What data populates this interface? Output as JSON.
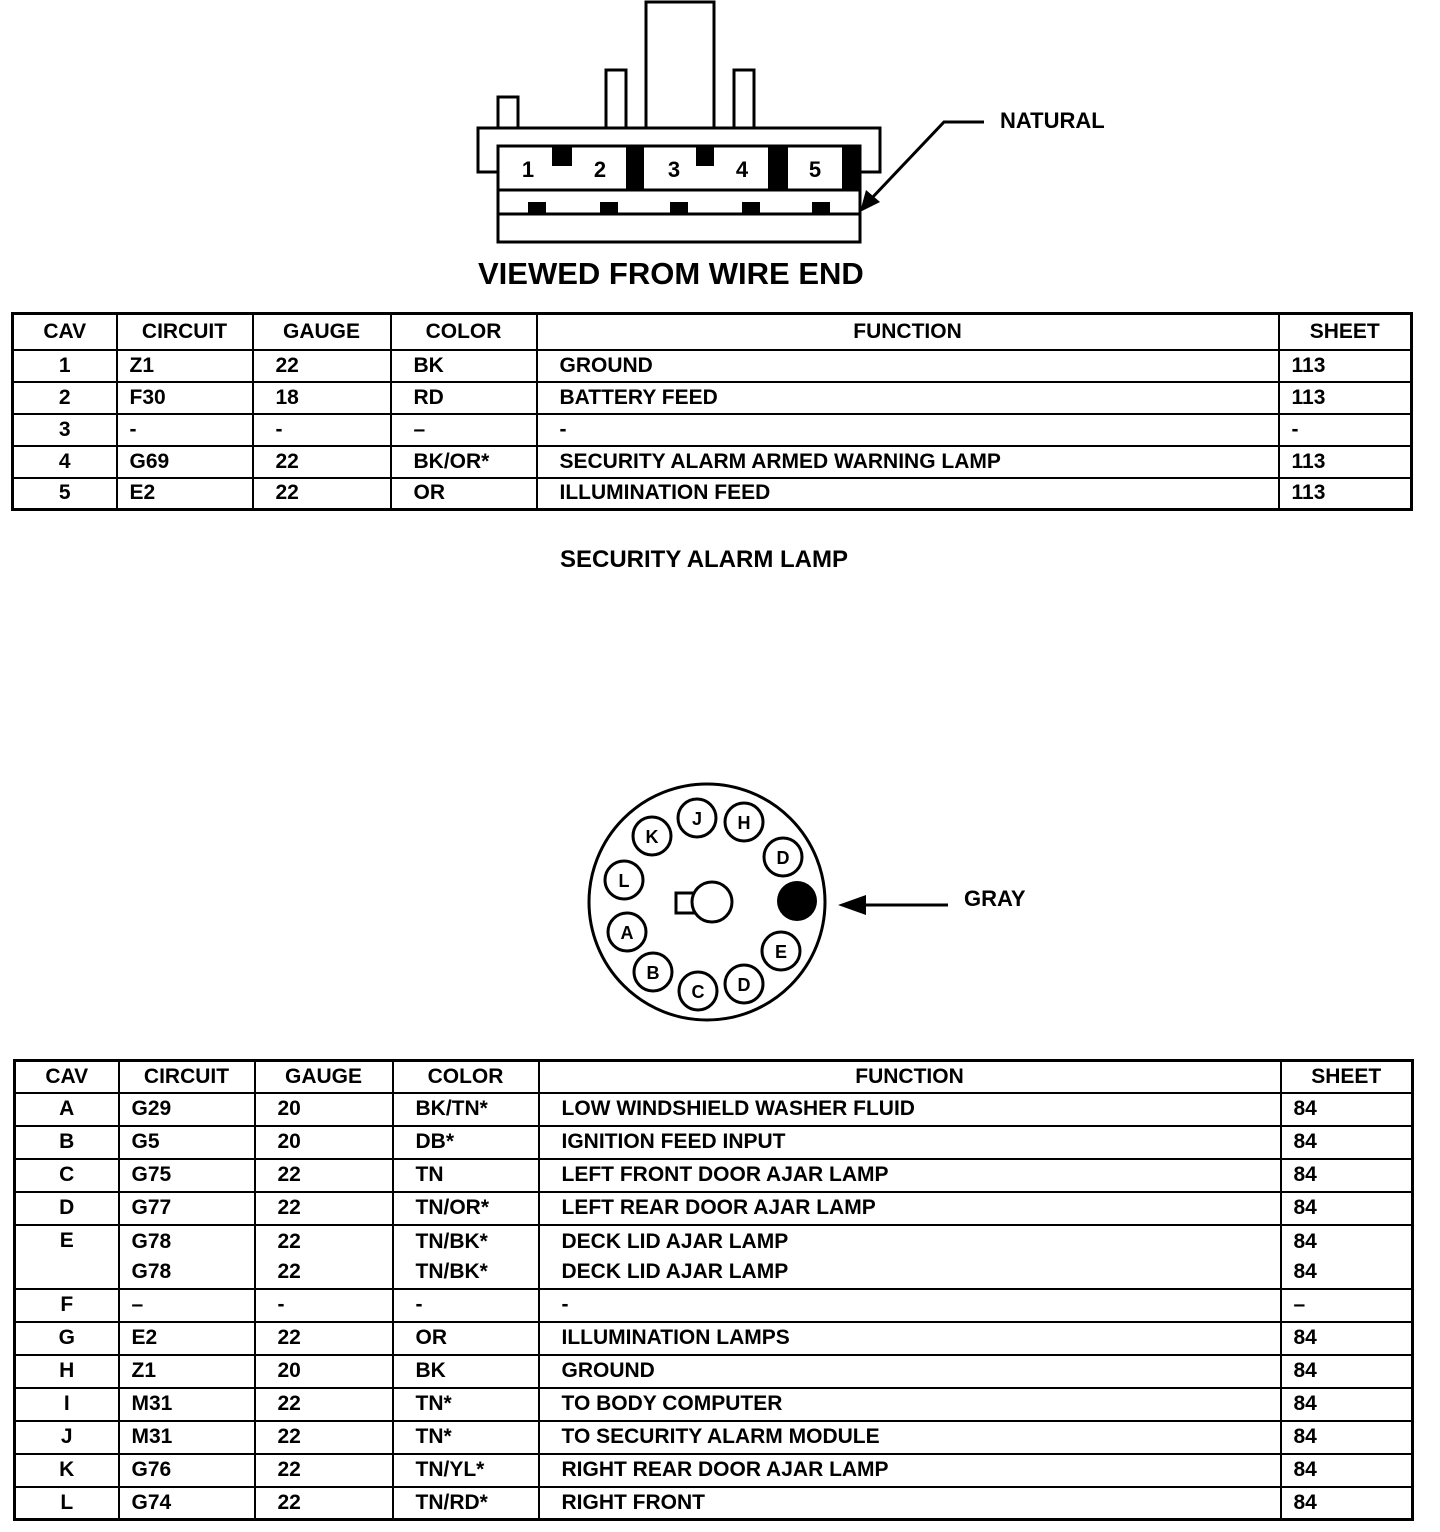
{
  "connector1": {
    "cavity_labels": [
      "1",
      "2",
      "3",
      "4",
      "5"
    ],
    "color_callout": "NATURAL",
    "view_caption": "VIEWED FROM WIRE END",
    "title": "SECURITY ALARM LAMP",
    "table": {
      "headers": [
        "CAV",
        "CIRCUIT",
        "GAUGE",
        "COLOR",
        "FUNCTION",
        "SHEET"
      ],
      "rows": [
        [
          "1",
          "Z1",
          "22",
          "BK",
          "GROUND",
          "113"
        ],
        [
          "2",
          "F30",
          "18",
          "RD",
          "BATTERY FEED",
          "113"
        ],
        [
          "3",
          "-",
          "-",
          "–",
          "-",
          "-"
        ],
        [
          "4",
          "G69",
          "22",
          "BK/OR*",
          "SECURITY ALARM ARMED WARNING LAMP",
          "113"
        ],
        [
          "5",
          "E2",
          "22",
          "OR",
          "ILLUMINATION FEED",
          "113"
        ]
      ]
    }
  },
  "connector2": {
    "color_callout": "GRAY",
    "pin_labels": [
      "J",
      "H",
      "K",
      "D",
      "L",
      "A",
      "E",
      "B",
      "C",
      "D"
    ],
    "table": {
      "headers": [
        "CAV",
        "CIRCUIT",
        "GAUGE",
        "COLOR",
        "FUNCTION",
        "SHEET"
      ],
      "rows": [
        [
          "A",
          "G29",
          "20",
          "BK/TN*",
          "LOW WINDSHIELD WASHER FLUID",
          "84"
        ],
        [
          "B",
          "G5",
          "20",
          "DB*",
          "IGNITION FEED INPUT",
          "84"
        ],
        [
          "C",
          "G75",
          "22",
          "TN",
          "LEFT FRONT DOOR AJAR LAMP",
          "84"
        ],
        [
          "D",
          "G77",
          "22",
          "TN/OR*",
          "LEFT REAR DOOR AJAR LAMP",
          "84"
        ],
        [
          "E",
          "G78",
          "22",
          "TN/BK*",
          "DECK LID AJAR LAMP",
          "84"
        ],
        [
          "",
          "G78",
          "22",
          "TN/BK*",
          "DECK LID AJAR LAMP",
          "84"
        ],
        [
          "F",
          "–",
          "-",
          "-",
          "-",
          "–"
        ],
        [
          "G",
          "E2",
          "22",
          "OR",
          "ILLUMINATION LAMPS",
          "84"
        ],
        [
          "H",
          "Z1",
          "20",
          "BK",
          "GROUND",
          "84"
        ],
        [
          "I",
          "M31",
          "22",
          "TN*",
          "TO BODY COMPUTER",
          "84"
        ],
        [
          "J",
          "M31",
          "22",
          "TN*",
          "TO SECURITY ALARM MODULE",
          "84"
        ],
        [
          "K",
          "G76",
          "22",
          "TN/YL*",
          "RIGHT REAR DOOR AJAR LAMP",
          "84"
        ],
        [
          "L",
          "G74",
          "22",
          "TN/RD*",
          "RIGHT FRONT",
          "84"
        ]
      ]
    }
  }
}
